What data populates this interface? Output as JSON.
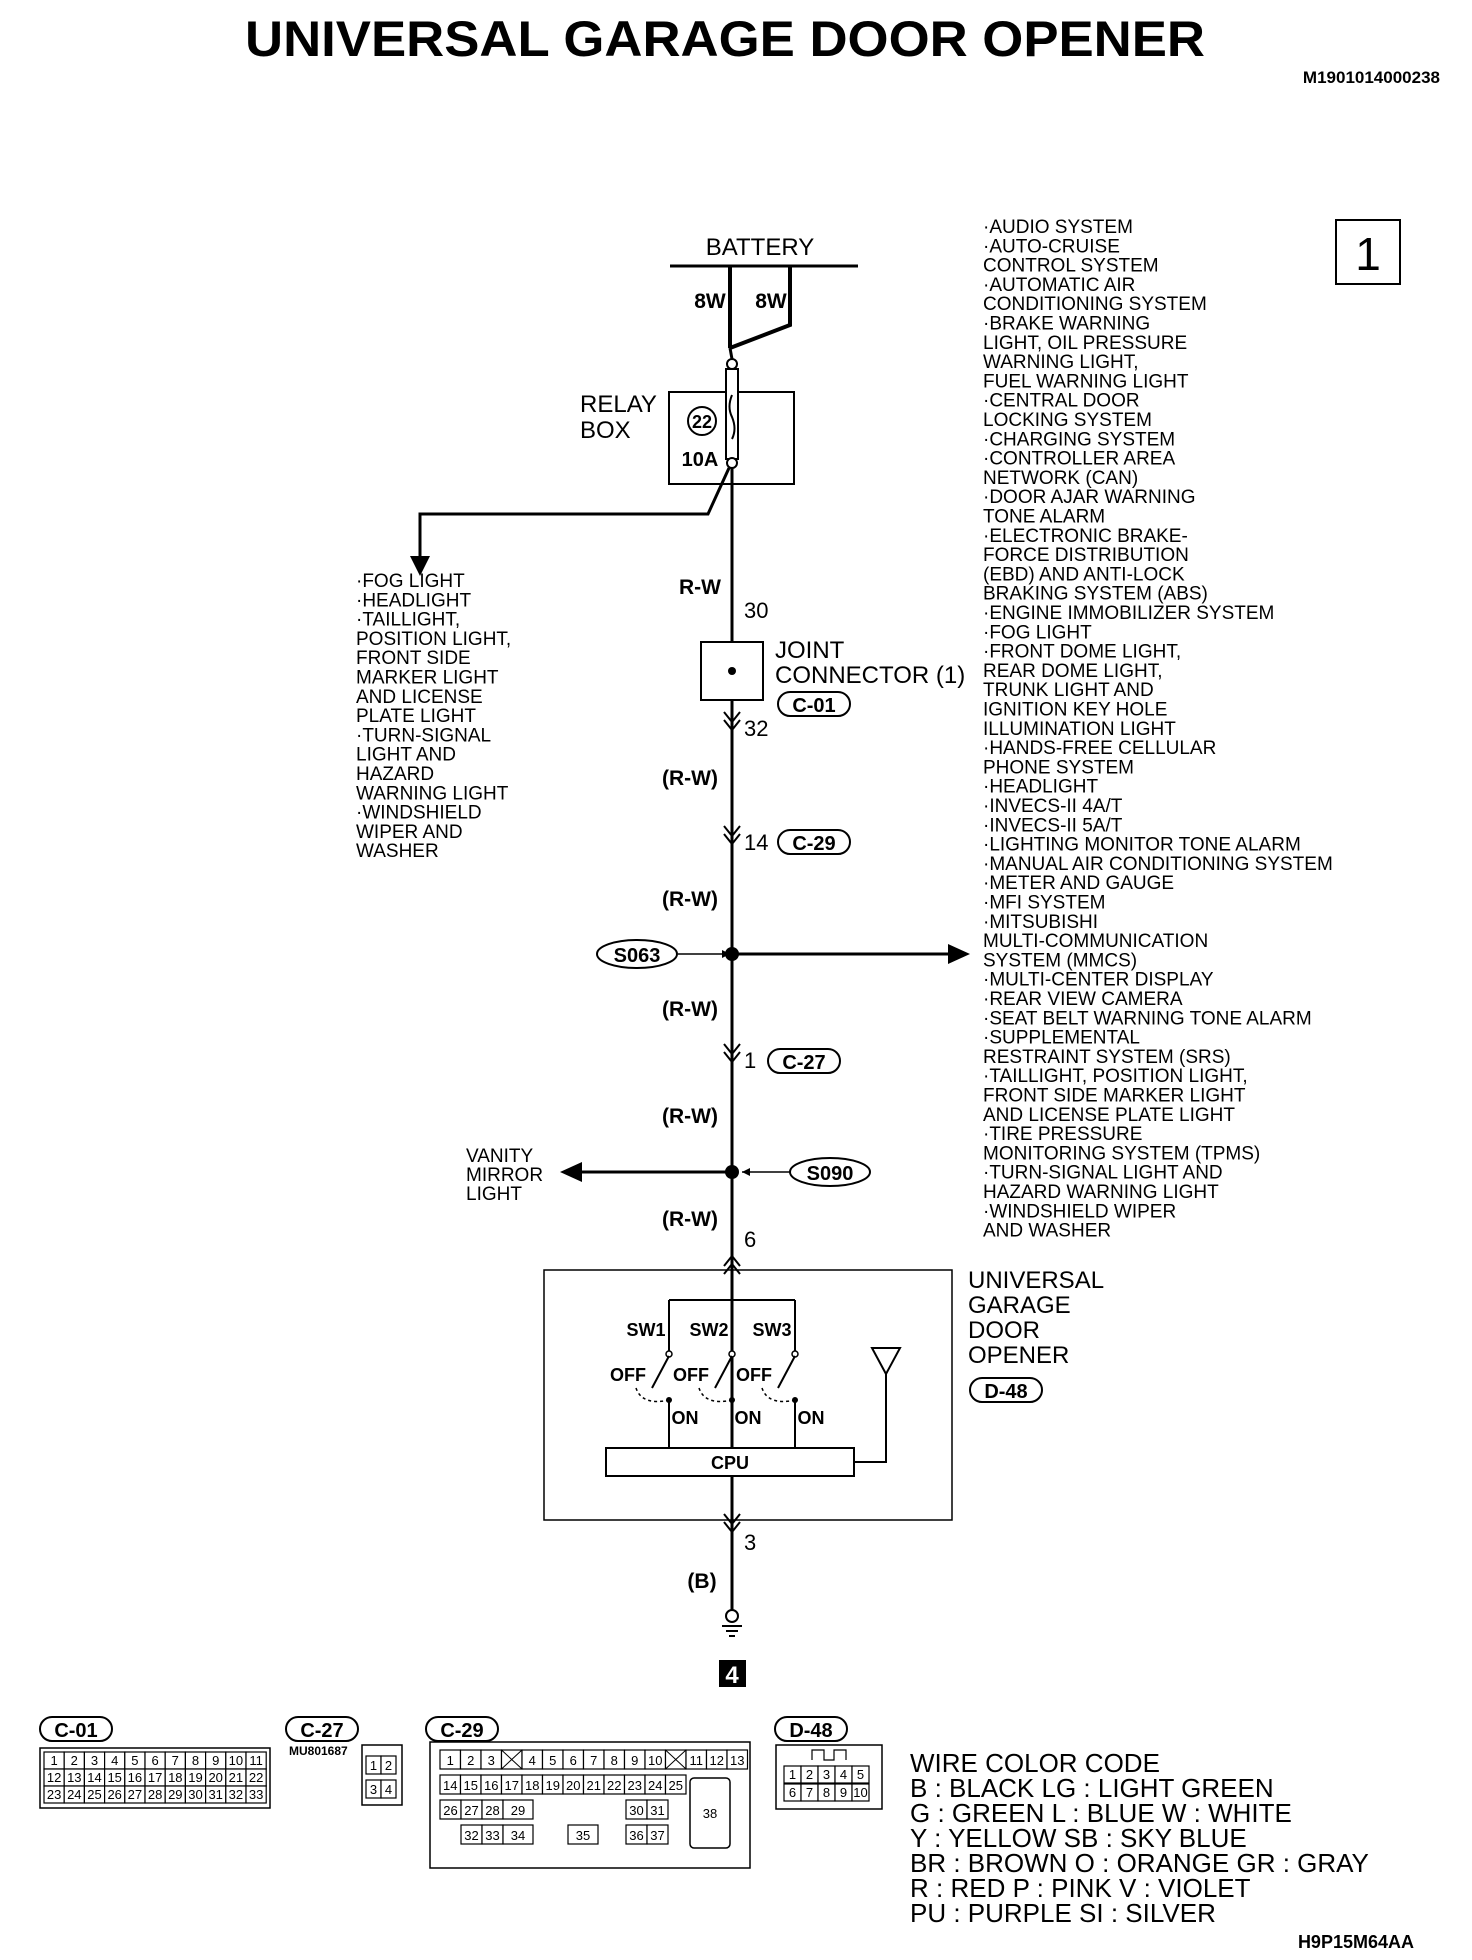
{
  "title": "UNIVERSAL GARAGE DOOR OPENER",
  "doc_id": "M1901014000238",
  "page_box": "1",
  "figure_id": "H9P15M64AA",
  "battery_label": "BATTERY",
  "wire_left": "8W",
  "wire_right": "8W",
  "relay_box_line1": "RELAY",
  "relay_box_line2": "BOX",
  "fuse_number": "22",
  "fuse_rating": "10A",
  "wires": {
    "rw": "R-W",
    "rw_paren": "(R-W)",
    "b_paren": "(B)"
  },
  "pins": {
    "p30": "30",
    "p32": "32",
    "p14": "14",
    "p1": "1",
    "p6": "6",
    "p3": "3"
  },
  "joint_connector_line1": "JOINT",
  "joint_connector_line2": "CONNECTOR (1)",
  "connectors": {
    "c01": "C-01",
    "c29": "C-29",
    "c27": "C-27",
    "d48": "D-48",
    "c27_part": "MU801687"
  },
  "splices": {
    "s063": "S063",
    "s090": "S090"
  },
  "vanity_mirror": [
    "VANITY",
    "MIRROR",
    "LIGHT"
  ],
  "ugdo_label": [
    "UNIVERSAL",
    "GARAGE",
    "DOOR",
    "OPENER"
  ],
  "switches": {
    "sw1": "SW1",
    "sw2": "SW2",
    "sw3": "SW3",
    "off": "OFF",
    "on": "ON",
    "cpu": "CPU"
  },
  "ground_ref": "4",
  "left_list": [
    "·FOG LIGHT",
    "·HEADLIGHT",
    "·TAILLIGHT,",
    " POSITION LIGHT,",
    " FRONT SIDE",
    " MARKER LIGHT",
    " AND LICENSE",
    " PLATE LIGHT",
    "·TURN-SIGNAL",
    " LIGHT AND",
    " HAZARD",
    " WARNING LIGHT",
    "·WINDSHIELD",
    " WIPER AND",
    " WASHER"
  ],
  "right_list": [
    "·AUDIO SYSTEM",
    "·AUTO-CRUISE",
    " CONTROL SYSTEM",
    "·AUTOMATIC AIR",
    " CONDITIONING SYSTEM",
    "·BRAKE WARNING",
    " LIGHT, OIL PRESSURE",
    " WARNING LIGHT,",
    " FUEL WARNING LIGHT",
    "·CENTRAL DOOR",
    " LOCKING SYSTEM",
    "·CHARGING SYSTEM",
    "·CONTROLLER AREA",
    " NETWORK (CAN)",
    "·DOOR AJAR WARNING",
    " TONE ALARM",
    "·ELECTRONIC BRAKE-",
    " FORCE DISTRIBUTION",
    " (EBD) AND ANTI-LOCK",
    " BRAKING SYSTEM (ABS)",
    "·ENGINE IMMOBILIZER SYSTEM",
    "·FOG LIGHT",
    "·FRONT DOME LIGHT,",
    " REAR DOME LIGHT,",
    " TRUNK LIGHT AND",
    " IGNITION KEY HOLE",
    " ILLUMINATION LIGHT",
    "·HANDS-FREE CELLULAR",
    " PHONE SYSTEM",
    "·HEADLIGHT",
    "·INVECS-II 4A/T",
    "·INVECS-II 5A/T",
    "·LIGHTING MONITOR TONE ALARM",
    "·MANUAL AIR CONDITIONING SYSTEM",
    "·METER AND GAUGE",
    "·MFI SYSTEM",
    "·MITSUBISHI",
    " MULTI-COMMUNICATION",
    " SYSTEM (MMCS)",
    "·MULTI-CENTER DISPLAY",
    "·REAR VIEW CAMERA",
    "·SEAT BELT WARNING TONE ALARM",
    "·SUPPLEMENTAL",
    " RESTRAINT SYSTEM (SRS)",
    "·TAILLIGHT, POSITION LIGHT,",
    " FRONT SIDE MARKER LIGHT",
    " AND LICENSE PLATE LIGHT",
    "·TIRE PRESSURE",
    " MONITORING SYSTEM (TPMS)",
    "·TURN-SIGNAL LIGHT AND",
    " HAZARD WARNING LIGHT",
    "·WINDSHIELD WIPER",
    " AND WASHER"
  ],
  "wire_color_code": [
    "WIRE COLOR CODE",
    "B : BLACK     LG : LIGHT GREEN",
    "G : GREEN     L : BLUE     W : WHITE",
    "Y : YELLOW     SB : SKY BLUE",
    "BR : BROWN     O : ORANGE     GR : GRAY",
    "R : RED     P : PINK     V : VIOLET",
    "PU : PURPLE     SI : SILVER"
  ],
  "c01_pins": {
    "row1": [
      "1",
      "2",
      "3",
      "4",
      "5",
      "6",
      "7",
      "8",
      "9",
      "10",
      "11"
    ],
    "row2": [
      "12",
      "13",
      "14",
      "15",
      "16",
      "17",
      "18",
      "19",
      "20",
      "21",
      "22"
    ],
    "row3": [
      "23",
      "24",
      "25",
      "26",
      "27",
      "28",
      "29",
      "30",
      "31",
      "32",
      "33"
    ]
  },
  "c27_pins": {
    "row1": [
      "1",
      "2"
    ],
    "row2": [
      "3",
      "4"
    ]
  },
  "c29_pins": {
    "row1": [
      "1",
      "2",
      "3",
      "",
      "4",
      "5",
      "6",
      "7",
      "8",
      "9",
      "10",
      "",
      "11",
      "12",
      "13"
    ],
    "row2": [
      "14",
      "15",
      "16",
      "17",
      "18",
      "19",
      "20",
      "21",
      "22",
      "23",
      "24",
      "25"
    ],
    "row3": [
      "26",
      "27",
      "28",
      "29",
      "30",
      "31"
    ],
    "row4": [
      "32",
      "33",
      "34",
      "35",
      "36",
      "37"
    ],
    "big": "38"
  },
  "d48_pins": {
    "row1": [
      "1",
      "2",
      "3",
      "4",
      "5"
    ],
    "row2": [
      "6",
      "7",
      "8",
      "9",
      "10"
    ]
  }
}
